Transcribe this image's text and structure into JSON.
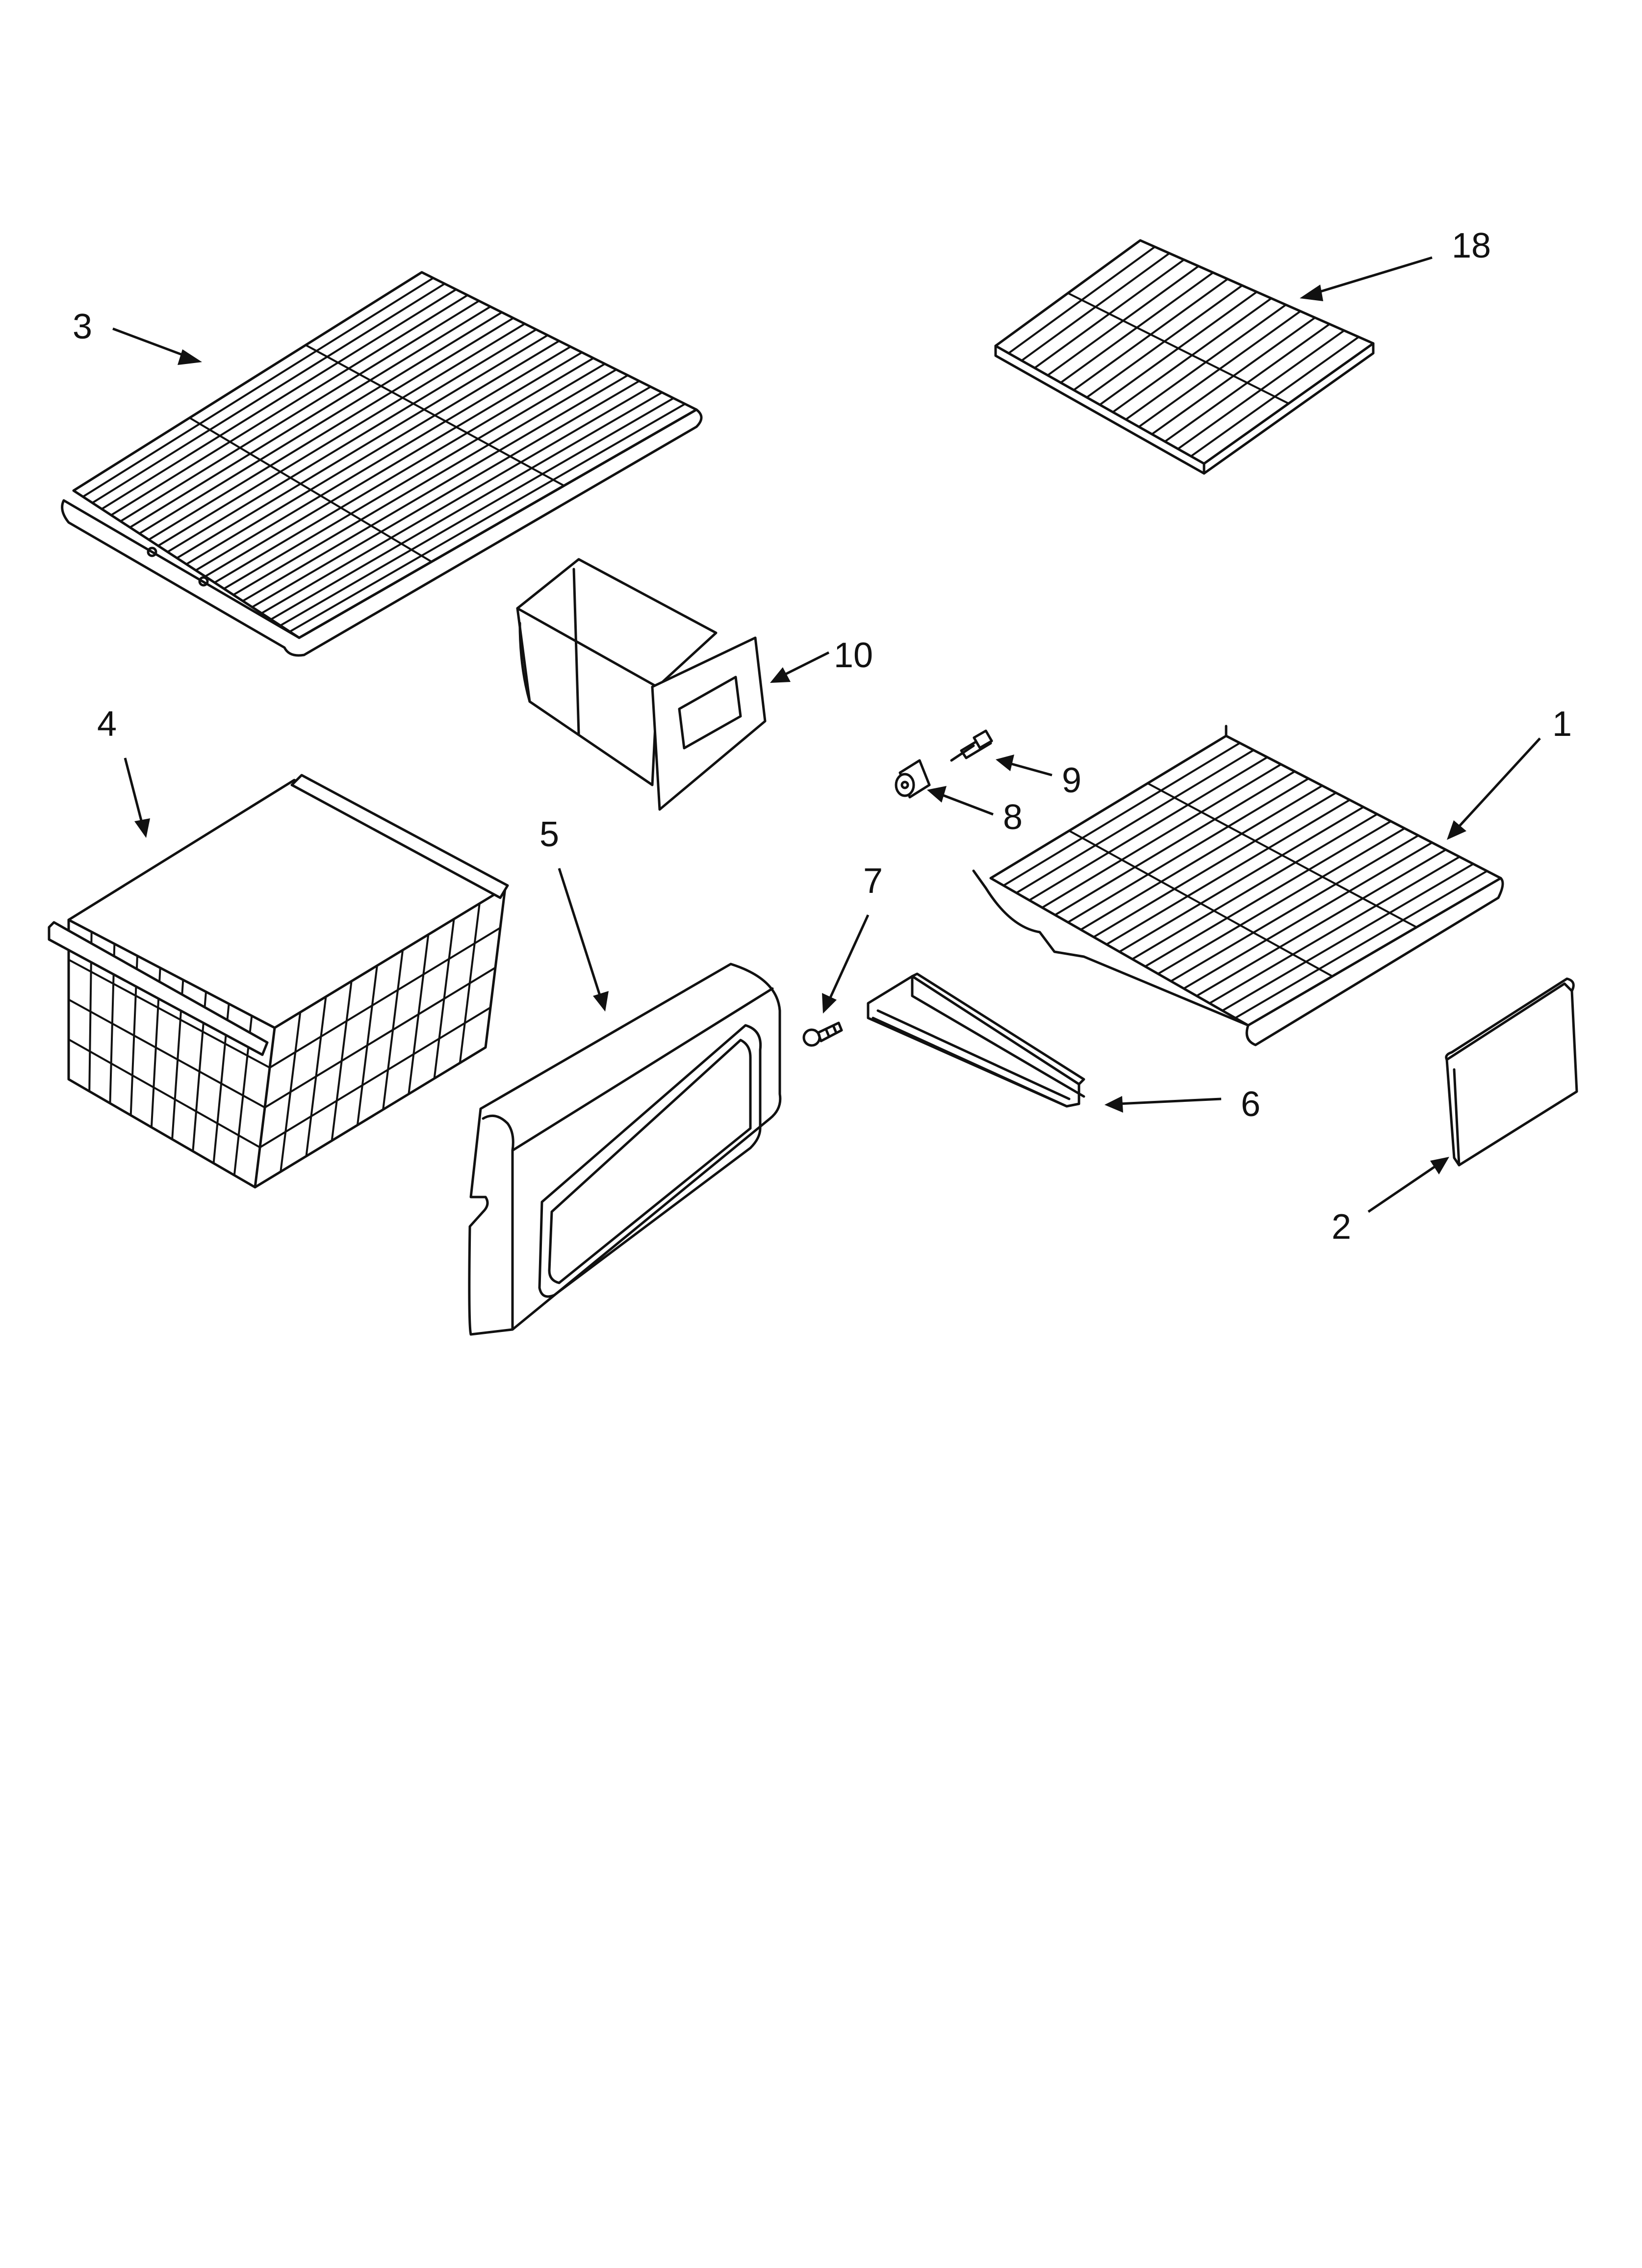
{
  "callouts": {
    "c1": "1",
    "c2": "2",
    "c3": "3",
    "c4": "4",
    "c5": "5",
    "c6": "6",
    "c7": "7",
    "c8": "8",
    "c9": "9",
    "c10": "10",
    "c18": "18"
  },
  "colors": {
    "line": "#111111",
    "background": "#ffffff"
  }
}
